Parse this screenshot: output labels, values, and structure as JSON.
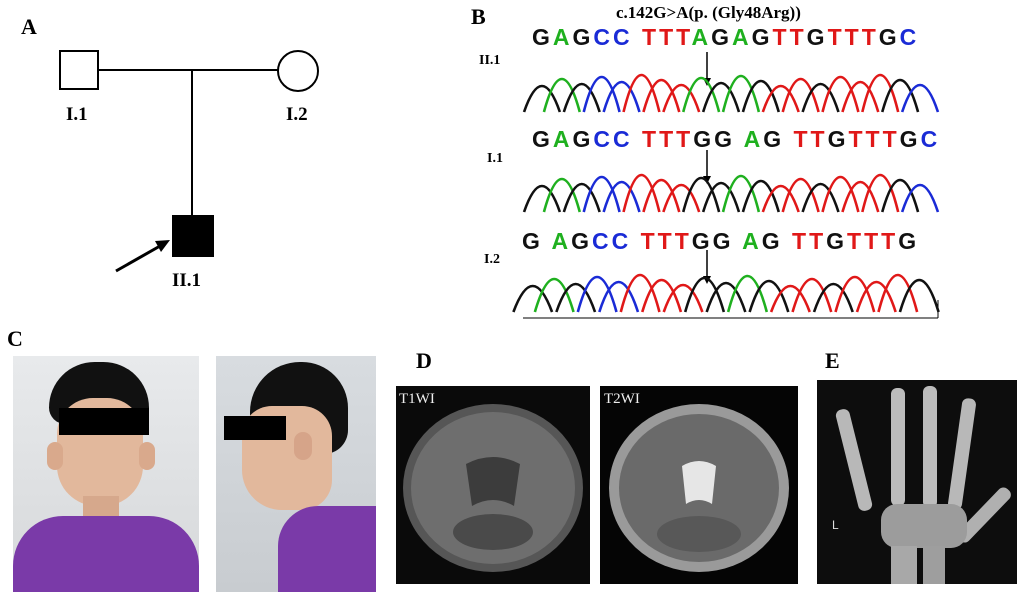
{
  "panels": {
    "a": "A",
    "b": "B",
    "c": "C",
    "d": "D",
    "e": "E"
  },
  "pedigree": {
    "father": "I.1",
    "mother": "I.2",
    "proband": "II.1"
  },
  "sequencing": {
    "mutation": "c.142G>A(p. (Gly48Arg))",
    "rows": [
      {
        "label": "II.1",
        "bases": [
          "G",
          "A",
          "G",
          "C",
          "C",
          " ",
          "T",
          "T",
          "T",
          "A",
          "G",
          "A",
          "G",
          "T",
          "T",
          "G",
          "T",
          "T",
          "T",
          "G",
          "C"
        ]
      },
      {
        "label": "I.1",
        "bases": [
          "G",
          "A",
          "G",
          "C",
          "C",
          " ",
          "T",
          "T",
          "T",
          "G",
          "G",
          " ",
          "A",
          "G",
          " ",
          "T",
          "T",
          "G",
          "T",
          "T",
          "T",
          "G",
          "C"
        ]
      },
      {
        "label": "I.2",
        "bases": [
          "G",
          " ",
          "A",
          "G",
          "C",
          "C",
          " ",
          "T",
          "T",
          "T",
          "G",
          "G",
          " ",
          "A",
          "G",
          " ",
          "T",
          "T",
          "G",
          "T",
          "T",
          "T",
          "G"
        ]
      }
    ],
    "colors": {
      "A": "#1fb01f",
      "G": "#111111",
      "C": "#1a2bd6",
      "T": "#e01818"
    }
  },
  "mri": {
    "left": "T1WI",
    "right": "T2WI"
  },
  "xray": {
    "side_marker": "L"
  }
}
